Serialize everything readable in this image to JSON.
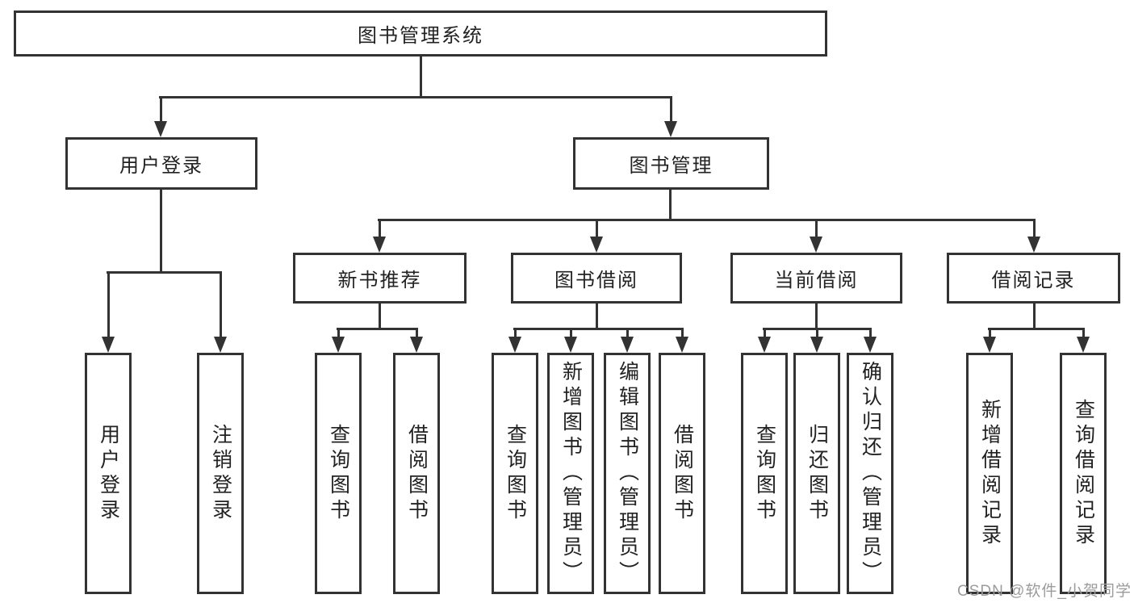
{
  "diagram": {
    "type": "tree",
    "root": {
      "label": "图书管理系统"
    },
    "level1": [
      {
        "id": "user-login",
        "label": "用户登录"
      },
      {
        "id": "book-mgmt",
        "label": "图书管理"
      }
    ],
    "level2": [
      {
        "id": "new-book-rec",
        "label": "新书推荐",
        "parent": "book-mgmt"
      },
      {
        "id": "book-borrow",
        "label": "图书借阅",
        "parent": "book-mgmt"
      },
      {
        "id": "current-borrow",
        "label": "当前借阅",
        "parent": "book-mgmt"
      },
      {
        "id": "borrow-records",
        "label": "借阅记录",
        "parent": "book-mgmt"
      }
    ],
    "leaves": [
      {
        "id": "leaf-user-login",
        "label": "用户登录",
        "parent": "user-login"
      },
      {
        "id": "leaf-logout",
        "label": "注销登录",
        "parent": "user-login"
      },
      {
        "id": "leaf-query-book-1",
        "label": "查询图书",
        "parent": "new-book-rec"
      },
      {
        "id": "leaf-borrow-book-1",
        "label": "借阅图书",
        "parent": "new-book-rec"
      },
      {
        "id": "leaf-query-book-2",
        "label": "查询图书",
        "parent": "book-borrow"
      },
      {
        "id": "leaf-add-book",
        "label": "新增图书（管理员）",
        "parent": "book-borrow"
      },
      {
        "id": "leaf-edit-book",
        "label": "编辑图书（管理员）",
        "parent": "book-borrow"
      },
      {
        "id": "leaf-borrow-book-2",
        "label": "借阅图书",
        "parent": "book-borrow"
      },
      {
        "id": "leaf-query-book-3",
        "label": "查询图书",
        "parent": "current-borrow"
      },
      {
        "id": "leaf-return-book",
        "label": "归还图书",
        "parent": "current-borrow"
      },
      {
        "id": "leaf-confirm-return",
        "label": "确认归还（管理员）",
        "parent": "current-borrow"
      },
      {
        "id": "leaf-add-borrow-record",
        "label": "新增借阅记录",
        "parent": "borrow-records"
      },
      {
        "id": "leaf-query-borrow-record",
        "label": "查询借阅记录",
        "parent": "borrow-records"
      }
    ]
  },
  "watermark": {
    "text": "CSDN @软件_小贺同学"
  },
  "colors": {
    "line": "#333333",
    "text": "#222222",
    "watermark": "#9b9b9b",
    "bg": "#ffffff"
  }
}
